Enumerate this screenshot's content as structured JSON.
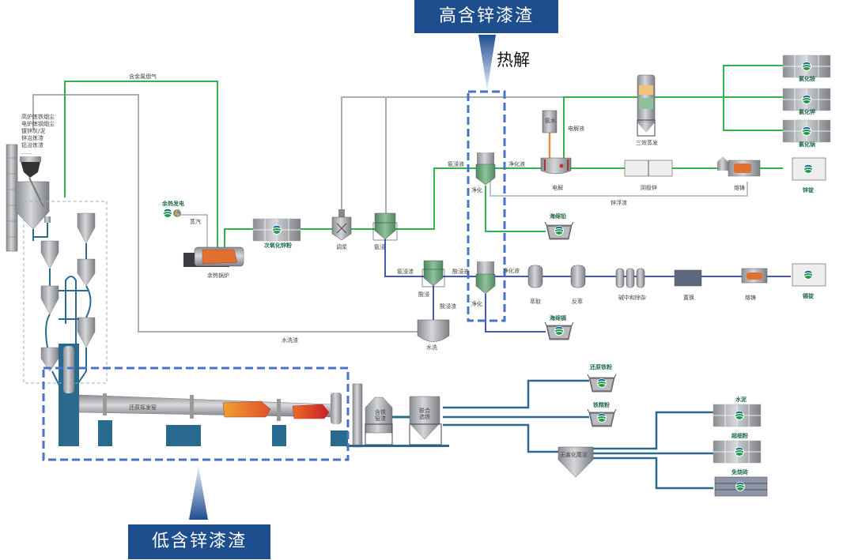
{
  "banners": {
    "high_zinc": "高含锌漆渣",
    "low_zinc": "低含锌漆渣",
    "pyrolysis": "热解"
  },
  "feed_materials": [
    "高炉炼铁烟尘",
    "电炉炼钢烟尘",
    "镀锌灰/泥",
    "锌冶炼渣",
    "铅冶炼渣",
    "……"
  ],
  "flows": {
    "metal_flue_gas": "含金属烟气",
    "steam": "蒸汽",
    "ammonia_leach_liquor": "氨浸液",
    "purified_liquor_top": "净化液",
    "electrolyte": "电解液",
    "zinc_dross": "锌浮渣",
    "ammonia_leach_residue": "氨浸渣",
    "acid_leach_liquor": "酸浸液",
    "purified_liquor_bottom": "净化液",
    "acid_leach_residue": "酸浸渣",
    "water_wash_residue": "水洗渣"
  },
  "equipment": {
    "waste_heat_boiler": "余热锅炉",
    "slurry_mixing": "调浆",
    "ammonia_leach": "氨浸",
    "purify_top": "净化",
    "electrolysis": "电解",
    "ammonia_water": "氨水",
    "triple_effect_evaporation": "三效蒸发",
    "cathode_zinc": "阴极锌",
    "melt_cast_top": "熔铸",
    "acid_leach": "酸浸",
    "purify_bottom": "净化",
    "water_wash": "水洗",
    "extraction": "萃取",
    "back_extraction": "反萃",
    "alkali_neutralize": "碱中和除杂",
    "replacement": "置换",
    "melt_cast_bottom": "熔铸",
    "rotary_kiln": "还原挥发窑",
    "iron_kiln_slag": "含铁窑渣",
    "combined_iron_separation": "联合选铁",
    "harmless_tailings": "无害化尾泥"
  },
  "products": {
    "waste_heat_power": "余热发电",
    "secondary_zinc_oxide": "次氧化锌粉",
    "sponge_lead": "海绵铅",
    "sponge_cadmium": "海绵镉",
    "ammonium_chloride": "氯化铵",
    "potassium_chloride": "氯化钾",
    "sodium_chloride": "氯化钠",
    "zinc_ingot": "锌锭",
    "cadmium_ingot": "镉锭",
    "reduced_iron_powder": "还原铁粉",
    "iron_concentrate": "铁精粉",
    "cement": "水泥",
    "superfine_powder": "超细粉",
    "unfired_brick": "免烧砖"
  },
  "colors": {
    "green_line": "#2fb34a",
    "grey_line": "#a9b0b8",
    "purple_line": "#4a56b8",
    "teal_pipe": "#2a6a8e",
    "highlight_dash": "#4a72c8",
    "banner": "#1f4e8f",
    "product_label": "#1e6b4a"
  }
}
